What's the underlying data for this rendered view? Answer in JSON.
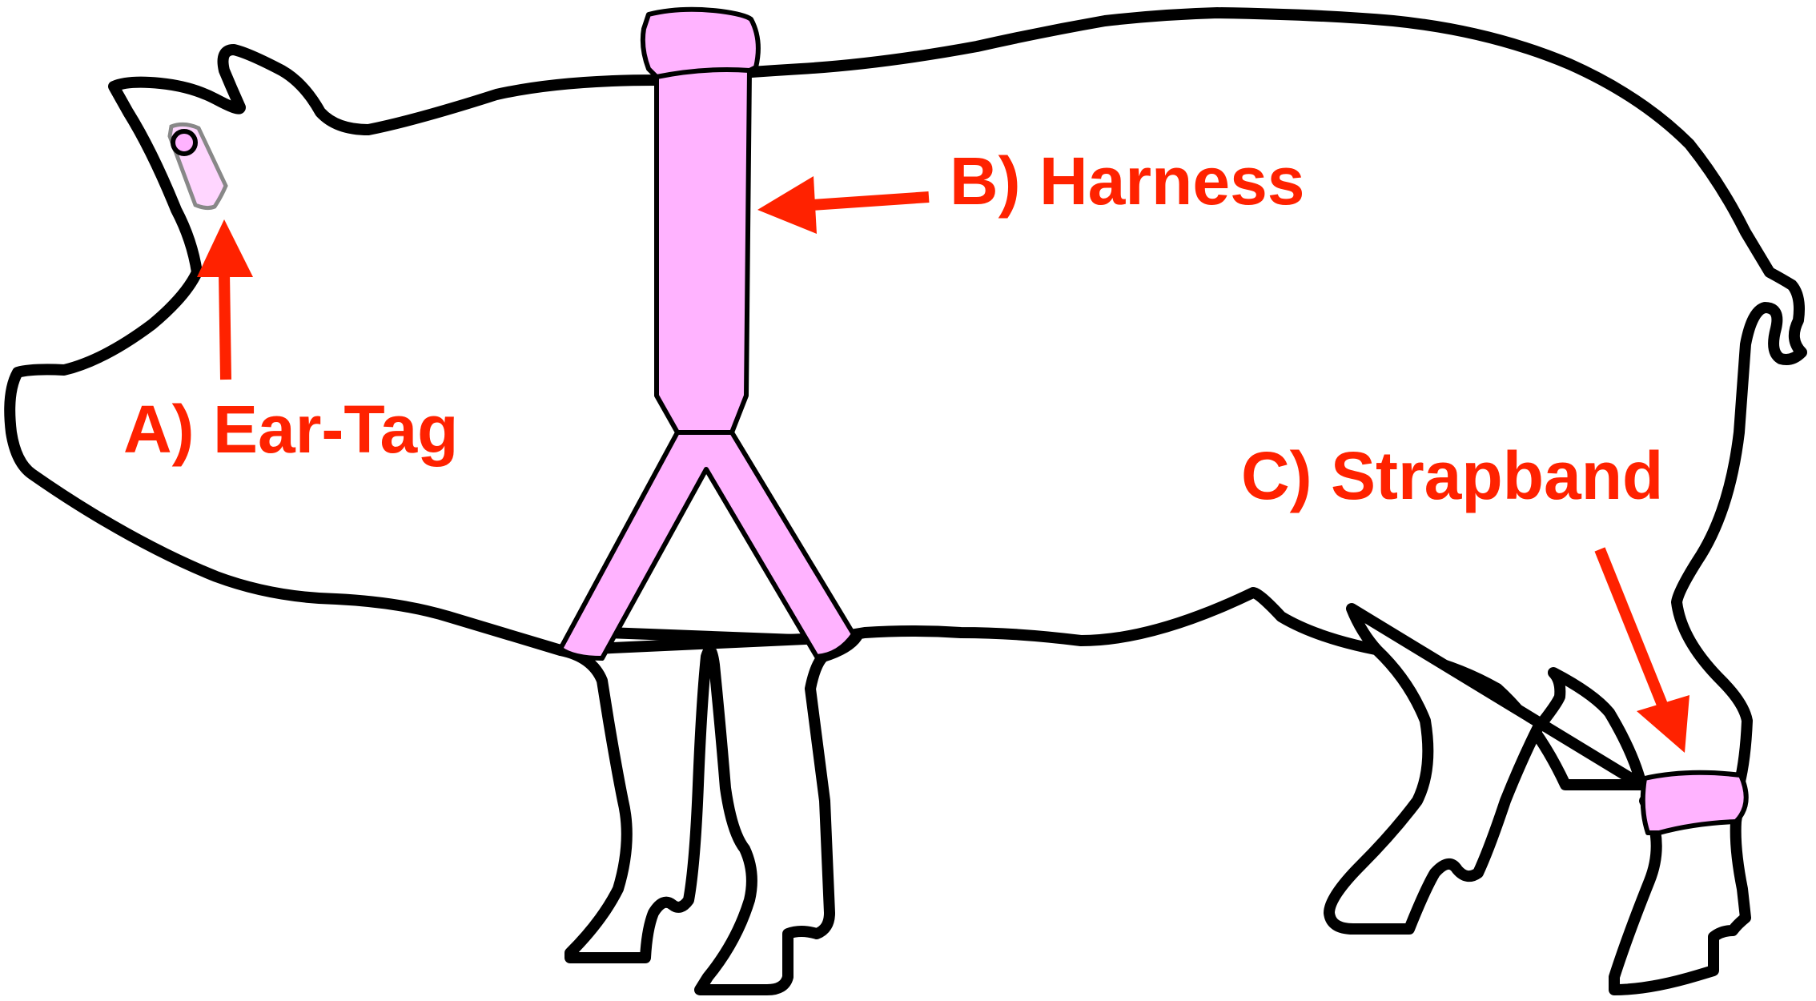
{
  "labels": {
    "ear_tag": "A) Ear-Tag",
    "harness": "B) Harness",
    "strapband": "C) Strapband"
  },
  "colors": {
    "label": "#ff2200",
    "arrow": "#ff2200",
    "device_fill": "#ffb3ff",
    "ear_tag_fill": "#ffd6ff",
    "outline": "#000000",
    "background": "#ffffff"
  },
  "icons": {
    "pig": "pig-silhouette-icon",
    "ear_tag": "ear-tag-icon",
    "harness": "harness-icon",
    "strapband": "strapband-icon"
  }
}
